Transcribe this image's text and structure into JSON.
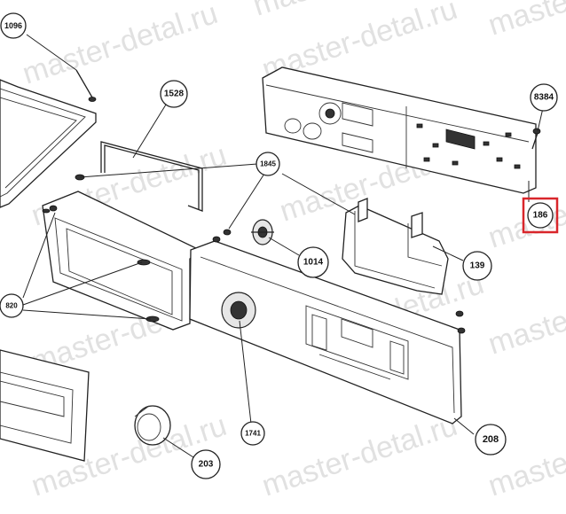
{
  "watermark": {
    "text": "master-detal.ru",
    "color": "#c9c9c9"
  },
  "highlight_color": "#d9262b",
  "callouts": [
    {
      "id": "c1096",
      "label": "1096"
    },
    {
      "id": "c1528",
      "label": "1528"
    },
    {
      "id": "c1845",
      "label": "1845"
    },
    {
      "id": "c8384",
      "label": "8384"
    },
    {
      "id": "c186",
      "label": "186",
      "highlighted": true
    },
    {
      "id": "c1014",
      "label": "1014"
    },
    {
      "id": "c139",
      "label": "139"
    },
    {
      "id": "c820",
      "label": "820"
    },
    {
      "id": "c1741",
      "label": "1741"
    },
    {
      "id": "c208",
      "label": "208"
    },
    {
      "id": "c203",
      "label": "203"
    }
  ]
}
